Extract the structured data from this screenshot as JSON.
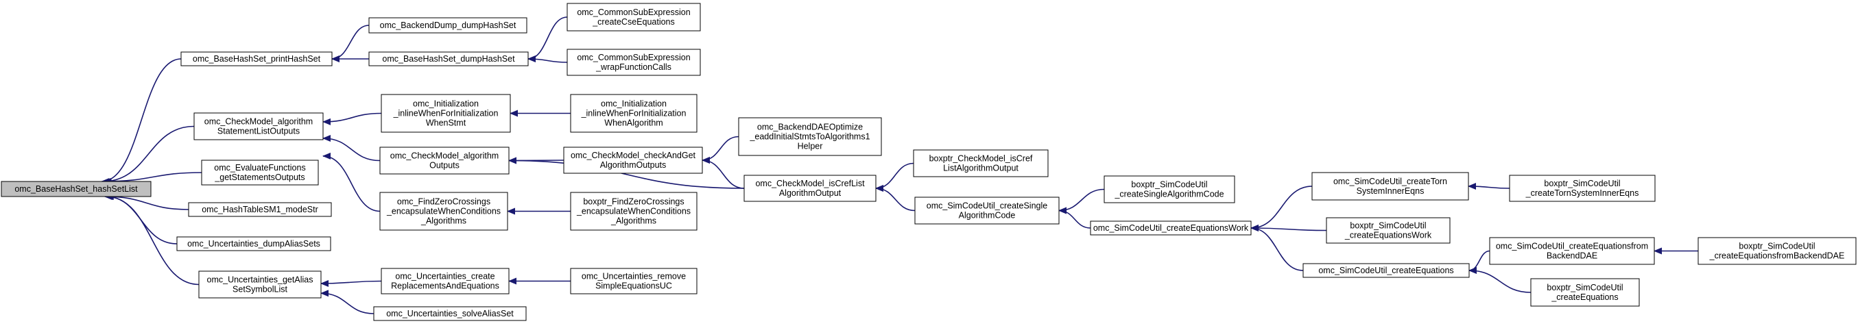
{
  "colors": {
    "edge": "#191970",
    "root_fill": "#bfbfbf",
    "node_fill": "#ffffff",
    "border": "#000000"
  },
  "nodes": [
    {
      "id": "n0",
      "name": "node-basehashset-hashsetlist",
      "lines": [
        "omc_BaseHashSet_hashSetList"
      ],
      "root": true
    },
    {
      "id": "n1",
      "name": "node-basehashset-printhashset",
      "lines": [
        "omc_BaseHashSet_printHashSet"
      ]
    },
    {
      "id": "n2",
      "name": "node-checkmodel-algorithm-statementlistoutputs",
      "lines": [
        "omc_CheckModel_algorithm",
        "StatementListOutputs"
      ]
    },
    {
      "id": "n3",
      "name": "node-evaluatefunctions-getstatementsoutputs",
      "lines": [
        "omc_EvaluateFunctions",
        "_getStatementsOutputs"
      ]
    },
    {
      "id": "n4",
      "name": "node-hashtablesm1-modestr",
      "lines": [
        "omc_HashTableSM1_modeStr"
      ]
    },
    {
      "id": "n5",
      "name": "node-uncertainties-dumpaliassets",
      "lines": [
        "omc_Uncertainties_dumpAliasSets"
      ]
    },
    {
      "id": "n6",
      "name": "node-uncertainties-getaliassetsymbollist",
      "lines": [
        "omc_Uncertainties_getAlias",
        "SetSymbolList"
      ]
    },
    {
      "id": "n7",
      "name": "node-backenddump-dumphashset",
      "lines": [
        "omc_BackendDump_dumpHashSet"
      ]
    },
    {
      "id": "n8",
      "name": "node-basehashset-dumphashset",
      "lines": [
        "omc_BaseHashSet_dumpHashSet"
      ]
    },
    {
      "id": "n9",
      "name": "node-commonsubexpression-createcseequations",
      "lines": [
        "omc_CommonSubExpression",
        "_createCseEquations"
      ]
    },
    {
      "id": "n10",
      "name": "node-commonsubexpression-wrapfunctioncalls",
      "lines": [
        "omc_CommonSubExpression",
        "_wrapFunctionCalls"
      ]
    },
    {
      "id": "n11",
      "name": "node-initialization-inlinewhenforinitializationwhenstmt",
      "lines": [
        "omc_Initialization",
        "_inlineWhenForInitialization",
        "WhenStmt"
      ]
    },
    {
      "id": "n12",
      "name": "node-initialization-inlinewhenforinitializationwhenalgorithm",
      "lines": [
        "omc_Initialization",
        "_inlineWhenForInitialization",
        "WhenAlgorithm"
      ]
    },
    {
      "id": "n13",
      "name": "node-checkmodel-algorithmoutputs",
      "lines": [
        "omc_CheckModel_algorithm",
        "Outputs"
      ]
    },
    {
      "id": "n14",
      "name": "node-checkmodel-checkandgetalgorithmoutputs",
      "lines": [
        "omc_CheckModel_checkAndGet",
        "AlgorithmOutputs"
      ]
    },
    {
      "id": "n15",
      "name": "node-backenddaeoptimize-eaddinitialstmtstoalgorithms1helper",
      "lines": [
        "omc_BackendDAEOptimize",
        "_eaddInitialStmtsToAlgorithms1",
        "Helper"
      ]
    },
    {
      "id": "n16",
      "name": "node-checkmodel-iscreflistalgorithmoutput",
      "lines": [
        "omc_CheckModel_isCrefList",
        "AlgorithmOutput"
      ]
    },
    {
      "id": "n17",
      "name": "node-boxptr-checkmodel-iscreflistalgorithmoutput",
      "lines": [
        "boxptr_CheckModel_isCref",
        "ListAlgorithmOutput"
      ]
    },
    {
      "id": "n18",
      "name": "node-simcodeutil-createsinglealgorithmcode",
      "lines": [
        "omc_SimCodeUtil_createSingle",
        "AlgorithmCode"
      ]
    },
    {
      "id": "n19",
      "name": "node-boxptr-simcodeutil-createsinglealgorithmcode",
      "lines": [
        "boxptr_SimCodeUtil",
        "_createSingleAlgorithmCode"
      ]
    },
    {
      "id": "n20",
      "name": "node-simcodeutil-createequationswork",
      "lines": [
        "omc_SimCodeUtil_createEquationsWork"
      ]
    },
    {
      "id": "n21",
      "name": "node-simcodeutil-createtornsysteminnereqns",
      "lines": [
        "omc_SimCodeUtil_createTorn",
        "SystemInnerEqns"
      ]
    },
    {
      "id": "n22",
      "name": "node-boxptr-simcodeutil-createtornsysteminnereqns",
      "lines": [
        "boxptr_SimCodeUtil",
        "_createTornSystemInnerEqns"
      ]
    },
    {
      "id": "n23",
      "name": "node-boxptr-simcodeutil-createequationswork",
      "lines": [
        "boxptr_SimCodeUtil",
        "_createEquationsWork"
      ]
    },
    {
      "id": "n24",
      "name": "node-simcodeutil-createequations",
      "lines": [
        "omc_SimCodeUtil_createEquations"
      ]
    },
    {
      "id": "n25",
      "name": "node-simcodeutil-createequationsfrombackenddae",
      "lines": [
        "omc_SimCodeUtil_createEquationsfrom",
        "BackendDAE"
      ]
    },
    {
      "id": "n26",
      "name": "node-boxptr-simcodeutil-createequationsfrombackenddae",
      "lines": [
        "boxptr_SimCodeUtil",
        "_createEquationsfromBackendDAE"
      ]
    },
    {
      "id": "n27",
      "name": "node-boxptr-simcodeutil-createequations",
      "lines": [
        "boxptr_SimCodeUtil",
        "_createEquations"
      ]
    },
    {
      "id": "n28",
      "name": "node-findzerocrossings-encapsulatewhenconditionsalgorithms",
      "lines": [
        "omc_FindZeroCrossings",
        "_encapsulateWhenConditions",
        "_Algorithms"
      ]
    },
    {
      "id": "n29",
      "name": "node-boxptr-findzerocrossings-encapsulatewhenconditionsalgorithms",
      "lines": [
        "boxptr_FindZeroCrossings",
        "_encapsulateWhenConditions",
        "_Algorithms"
      ]
    },
    {
      "id": "n30",
      "name": "node-uncertainties-createreplacementsandequations",
      "lines": [
        "omc_Uncertainties_create",
        "ReplacementsAndEquations"
      ]
    },
    {
      "id": "n31",
      "name": "node-uncertainties-removesimpleequationsuc",
      "lines": [
        "omc_Uncertainties_remove",
        "SimpleEquationsUC"
      ]
    },
    {
      "id": "n32",
      "name": "node-uncertainties-solvealiasset",
      "lines": [
        "omc_Uncertainties_solveAliasSet"
      ]
    }
  ],
  "edges": [
    [
      "n1",
      "n0"
    ],
    [
      "n2",
      "n0"
    ],
    [
      "n3",
      "n0"
    ],
    [
      "n4",
      "n0"
    ],
    [
      "n5",
      "n0"
    ],
    [
      "n6",
      "n0"
    ],
    [
      "n7",
      "n1"
    ],
    [
      "n8",
      "n1"
    ],
    [
      "n9",
      "n8"
    ],
    [
      "n10",
      "n8"
    ],
    [
      "n11",
      "n2"
    ],
    [
      "n13",
      "n2"
    ],
    [
      "n28",
      "n2"
    ],
    [
      "n12",
      "n11"
    ],
    [
      "n14",
      "n13"
    ],
    [
      "n16",
      "n13"
    ],
    [
      "n15",
      "n14"
    ],
    [
      "n16",
      "n14"
    ],
    [
      "n17",
      "n16"
    ],
    [
      "n18",
      "n16"
    ],
    [
      "n19",
      "n18"
    ],
    [
      "n20",
      "n18"
    ],
    [
      "n21",
      "n20"
    ],
    [
      "n23",
      "n20"
    ],
    [
      "n24",
      "n20"
    ],
    [
      "n22",
      "n21"
    ],
    [
      "n25",
      "n24"
    ],
    [
      "n27",
      "n24"
    ],
    [
      "n26",
      "n25"
    ],
    [
      "n29",
      "n28"
    ],
    [
      "n30",
      "n6"
    ],
    [
      "n32",
      "n6"
    ],
    [
      "n31",
      "n30"
    ]
  ]
}
